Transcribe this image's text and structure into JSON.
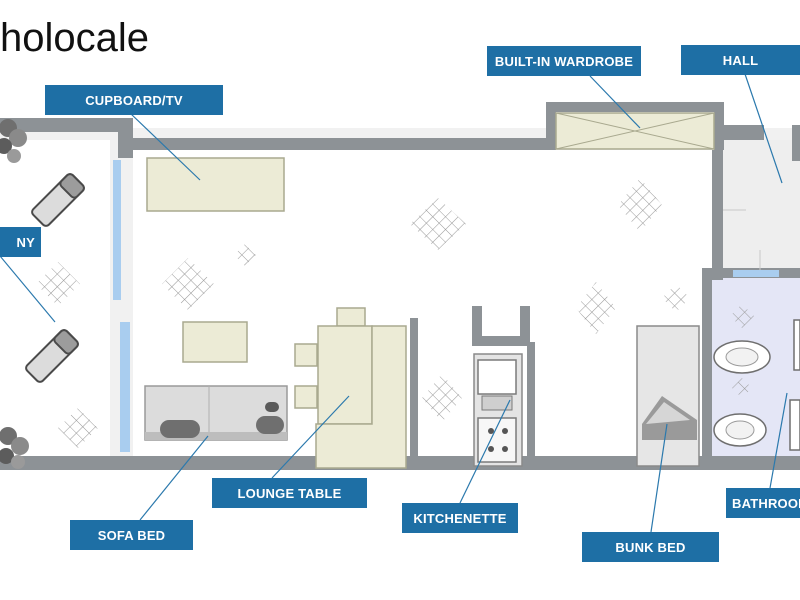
{
  "title": "holocale",
  "labels": {
    "cupboard_tv": "CUPBOARD/TV",
    "built_in_wardrobe": "BUILT-IN WARDROBE",
    "hall": "HALL",
    "balcony": "NY",
    "lounge_table": "LOUNGE TABLE",
    "kitchenette": "KITCHENETTE",
    "sofa_bed": "SOFA BED",
    "bunk_bed": "BUNK BED",
    "bathroom": "BATHROOM"
  },
  "colors": {
    "label_bg": "#1e6fa5",
    "label_text": "#ffffff",
    "wall": "#8d9296",
    "floor_light": "#efefef",
    "furniture_fill": "#ecebd6",
    "furniture_stroke": "#a9a98f",
    "bathroom_floor": "#e4e6f6",
    "window_glass": "#a9cdef",
    "tile_pattern": "#9a9a9a",
    "leader_line": "#2b79ad"
  }
}
